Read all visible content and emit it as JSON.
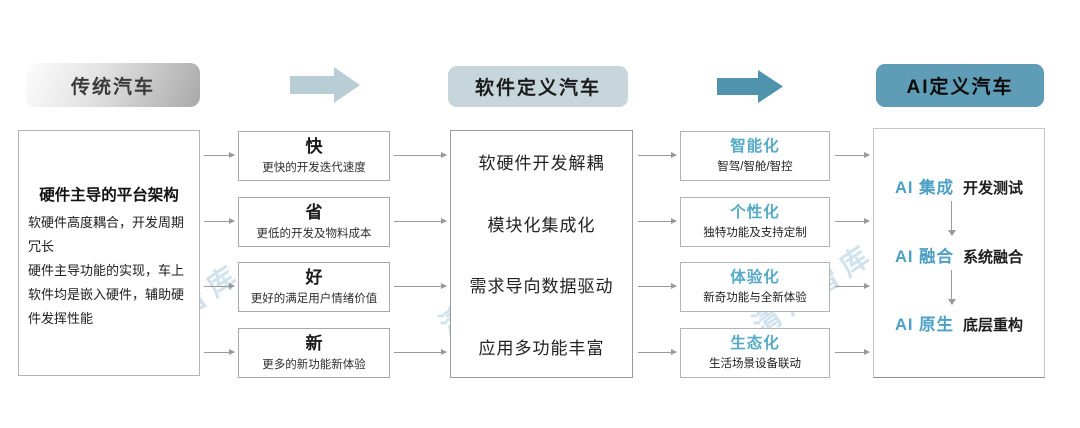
{
  "stages": [
    {
      "label": "传统汽车"
    },
    {
      "label": "软件定义汽车"
    },
    {
      "label": "AI定义汽车"
    }
  ],
  "left_panel": {
    "title": "硬件主导的平台架构",
    "paragraphs": [
      "软硬件高度耦合，开发周期冗长",
      "硬件主导功能的实现，车上软件均是嵌入硬件，辅助硬件发挥性能"
    ]
  },
  "traditional_features": [
    {
      "title": "快",
      "desc": "更快的开发迭代速度"
    },
    {
      "title": "省",
      "desc": "更低的开发及物料成本"
    },
    {
      "title": "好",
      "desc": "更好的满足用户情绪价值"
    },
    {
      "title": "新",
      "desc": "更多的新功能新体验"
    }
  ],
  "software_panel": {
    "items": [
      "软硬件开发解耦",
      "模块化集成化",
      "需求导向数据驱动",
      "应用多功能丰富"
    ]
  },
  "software_features": [
    {
      "title": "智能化",
      "desc": "智驾/智舱/智控"
    },
    {
      "title": "个性化",
      "desc": "独特功能及支持定制"
    },
    {
      "title": "体验化",
      "desc": "新奇功能与全新体验"
    },
    {
      "title": "生态化",
      "desc": "生活场景设备联动"
    }
  ],
  "ai_panel": {
    "steps": [
      {
        "highlight": "AI 集成",
        "label": "开发测试"
      },
      {
        "highlight": "AI 融合",
        "label": "系统融合"
      },
      {
        "highlight": "AI 原生",
        "label": "底层重构"
      }
    ]
  },
  "watermark": {
    "text": "清汽智库"
  },
  "colors": {
    "stage2_bg": "#c6d6da",
    "stage3_bg": "#5f9db7",
    "arrow_light": "#b9cdd4",
    "arrow_dark": "#4f93ad",
    "feature_title_blue": "#56aac6",
    "ai_blue": "#4da0c4",
    "small_arrow": "#9a9a9a",
    "watermark": "#8fbad4"
  }
}
